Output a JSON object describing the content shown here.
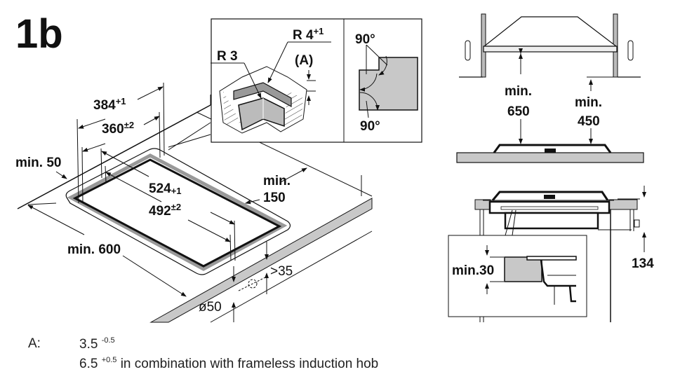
{
  "figure": {
    "label": "1b"
  },
  "cutout_diagram": {
    "outer_width": {
      "value": "384",
      "tolerance": "+1"
    },
    "inner_width": {
      "value": "360",
      "tolerance": "±2"
    },
    "outer_length": {
      "value": "524",
      "tolerance": "+1"
    },
    "inner_length": {
      "value": "492",
      "tolerance": "±2"
    },
    "min_rear_distance": "min. 50",
    "min_side_distance_line1": "min.",
    "min_side_distance_line2": "150",
    "min_depth": "min. 600",
    "min_thickness": ">35",
    "hole_diameter": "ø50"
  },
  "detail_inset": {
    "outer_radius": {
      "value": "R 4",
      "tolerance": "+1"
    },
    "inner_radius": "R 3",
    "dimension_ref": "(A)",
    "angle_top": "90°",
    "angle_bottom": "90°"
  },
  "hood_diagram": {
    "min_hood_clearance_line1": "min.",
    "min_hood_clearance_line2": "650",
    "min_cabinet_clearance_line1": "min.",
    "min_cabinet_clearance_line2": "450"
  },
  "section_diagram": {
    "installation_depth": "134",
    "min_worktop_thickness": "min.30"
  },
  "footnote": {
    "key": "A:",
    "line1_value": "3.5",
    "line1_tolerance": "-0.5",
    "line2_value": "6.5",
    "line2_tolerance": "+0.5",
    "line2_text": "in combination with frameless induction hob"
  },
  "colors": {
    "line": "#111111",
    "fill_gray": "#c8c8c8",
    "dark_gray": "#9a9a9a"
  }
}
